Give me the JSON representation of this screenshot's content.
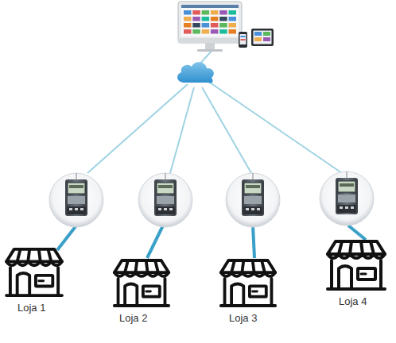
{
  "diagram": {
    "nodes": [
      {
        "text": [
          "Loja 1"
        ]
      },
      {
        "text": [
          "Loja 2"
        ]
      },
      {
        "text": [
          "Loja 3"
        ]
      },
      {
        "text": [
          "Loja 4"
        ]
      }
    ]
  }
}
